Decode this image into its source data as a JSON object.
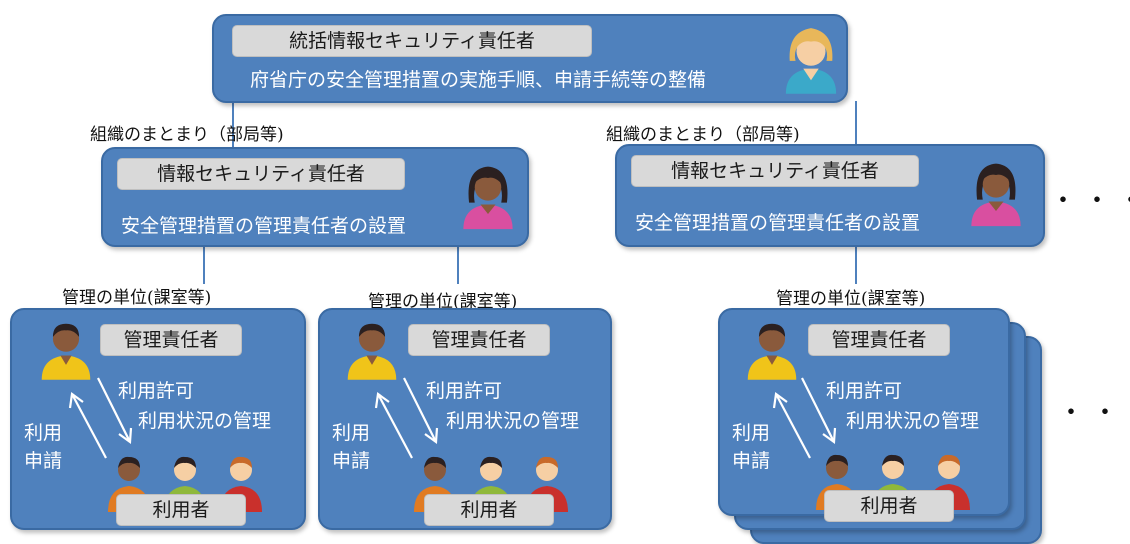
{
  "top": {
    "role": "統括情報セキュリティ責任者",
    "desc": "府省庁の安全管理措置の実施手順、申請手続等の整備"
  },
  "departments": [
    {
      "group_label": "組織のまとまり（部局等)",
      "role": "情報セキュリティ責任者",
      "desc": "安全管理措置の管理責任者の設置"
    },
    {
      "group_label": "組織のまとまり（部局等)",
      "role": "情報セキュリティ責任者",
      "desc": "安全管理措置の管理責任者の設置"
    }
  ],
  "units": [
    {
      "unit_label": "管理の単位(課室等)",
      "manager": "管理責任者",
      "down_line1": "利用許可",
      "down_line2": "利用状況の管理",
      "up_line1": "利用",
      "up_line2": "申請",
      "users": "利用者"
    },
    {
      "unit_label": "管理の単位(課室等)",
      "manager": "管理責任者",
      "down_line1": "利用許可",
      "down_line2": "利用状況の管理",
      "up_line1": "利用",
      "up_line2": "申請",
      "users": "利用者"
    },
    {
      "unit_label": "管理の単位(課室等)",
      "manager": "管理責任者",
      "down_line1": "利用許可",
      "down_line2": "利用状況の管理",
      "up_line1": "利用",
      "up_line2": "申請",
      "users": "利用者"
    }
  ],
  "ellipsis_dept": "・・・・",
  "ellipsis_unit": "・・・",
  "colors": {
    "box_fill": "#4f81bd",
    "label_fill": "#d9d9d9",
    "top_person": "#3ba9c9",
    "dept_person": "#d94fa0",
    "manager_person": "#f0c419",
    "user_orange": "#e07b22",
    "user_green": "#8fb83b",
    "user_red": "#c9302c"
  }
}
